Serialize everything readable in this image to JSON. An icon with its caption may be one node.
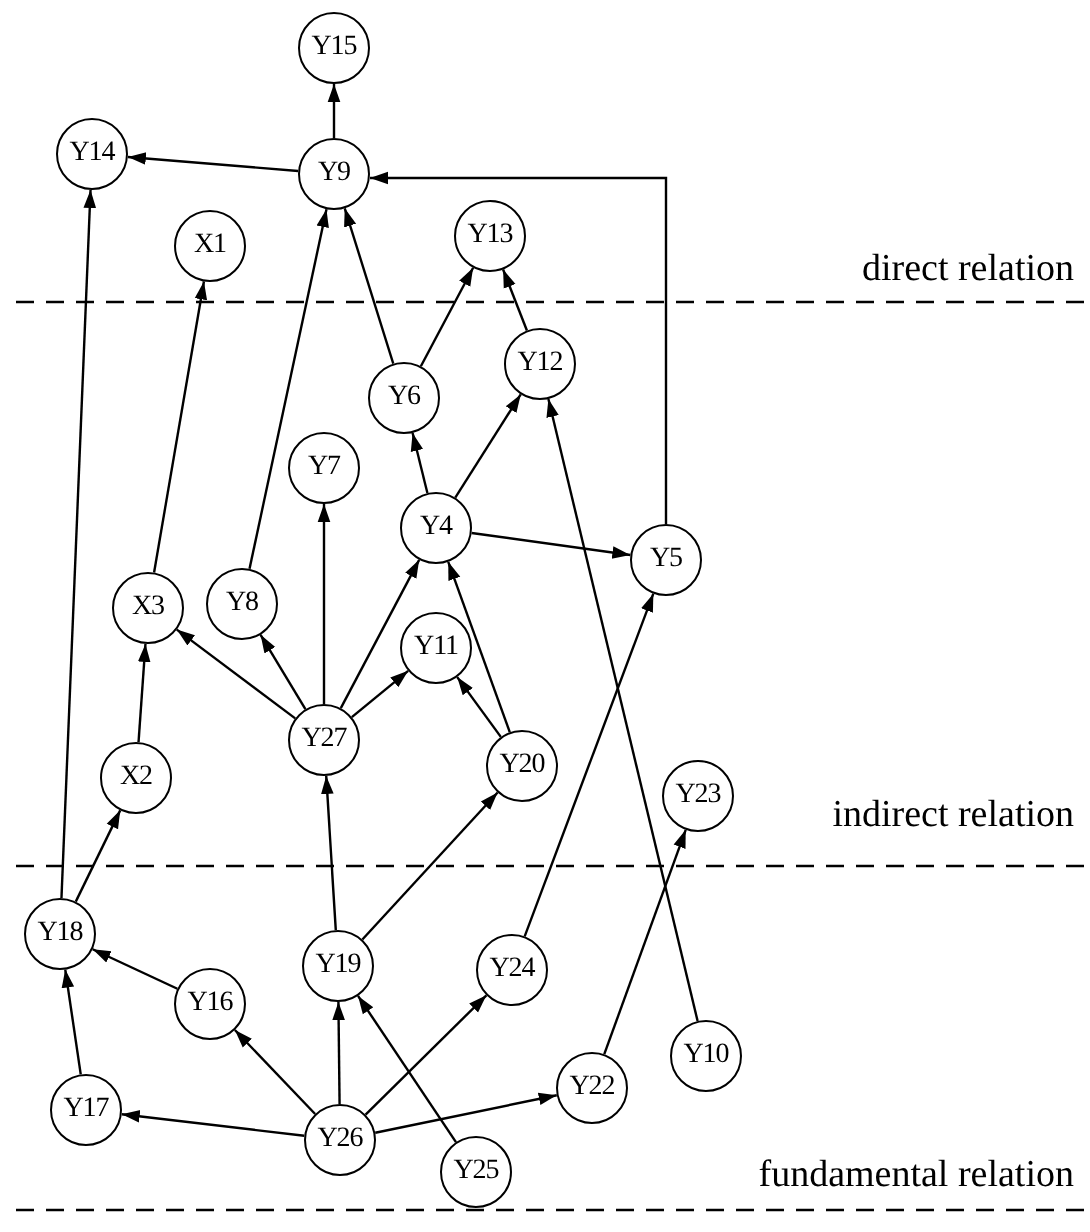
{
  "diagram": {
    "nodes": [
      {
        "text": [
          "Y15"
        ]
      },
      {
        "text": [
          "Y14"
        ]
      },
      {
        "text": [
          "Y9"
        ]
      },
      {
        "text": [
          "X1"
        ]
      },
      {
        "text": [
          "Y13"
        ]
      },
      {
        "text": [
          "Y12"
        ]
      },
      {
        "text": [
          "Y6"
        ]
      },
      {
        "text": [
          "Y7"
        ]
      },
      {
        "text": [
          "Y4"
        ]
      },
      {
        "text": [
          "Y5"
        ]
      },
      {
        "text": [
          "Y8"
        ]
      },
      {
        "text": [
          "X3"
        ]
      },
      {
        "text": [
          "Y11"
        ]
      },
      {
        "text": [
          "Y27"
        ]
      },
      {
        "text": [
          "Y20"
        ]
      },
      {
        "text": [
          "X2"
        ]
      },
      {
        "text": [
          "Y23"
        ]
      },
      {
        "text": [
          "Y18"
        ]
      },
      {
        "text": [
          "Y19"
        ]
      },
      {
        "text": [
          "Y24"
        ]
      },
      {
        "text": [
          "Y16"
        ]
      },
      {
        "text": [
          "Y10"
        ]
      },
      {
        "text": [
          "Y22"
        ]
      },
      {
        "text": [
          "Y17"
        ]
      },
      {
        "text": [
          "Y26"
        ]
      },
      {
        "text": [
          "Y25"
        ]
      }
    ],
    "edges": [
      {
        "from": 2,
        "to": 0,
        "arrow": "to"
      },
      {
        "from": 2,
        "to": 1,
        "arrow": "to"
      },
      {
        "from": 9,
        "to": 2,
        "arrow": "to"
      },
      {
        "from": 17,
        "to": 1,
        "arrow": "to"
      },
      {
        "from": 11,
        "to": 3,
        "arrow": "to"
      },
      {
        "from": 10,
        "to": 2,
        "arrow": "to"
      },
      {
        "from": 6,
        "to": 2,
        "arrow": "to"
      },
      {
        "from": 6,
        "to": 4,
        "arrow": "to"
      },
      {
        "from": 5,
        "to": 4,
        "arrow": "to"
      },
      {
        "from": 8,
        "to": 5,
        "arrow": "to"
      },
      {
        "from": 21,
        "to": 5,
        "arrow": "to"
      },
      {
        "from": 8,
        "to": 6,
        "arrow": "to"
      },
      {
        "from": 8,
        "to": 9,
        "arrow": "to"
      },
      {
        "from": 13,
        "to": 7,
        "arrow": "to"
      },
      {
        "from": 13,
        "to": 8,
        "arrow": "to"
      },
      {
        "from": 14,
        "to": 8,
        "arrow": "to"
      },
      {
        "from": 13,
        "to": 11,
        "arrow": "to"
      },
      {
        "from": 13,
        "to": 10,
        "arrow": "to"
      },
      {
        "from": 13,
        "to": 12,
        "arrow": "to"
      },
      {
        "from": 14,
        "to": 12,
        "arrow": "to"
      },
      {
        "from": 15,
        "to": 11,
        "arrow": "to"
      },
      {
        "from": 17,
        "to": 15,
        "arrow": "to"
      },
      {
        "from": 18,
        "to": 13,
        "arrow": "to"
      },
      {
        "from": 18,
        "to": 14,
        "arrow": "to"
      },
      {
        "from": 19,
        "to": 9,
        "arrow": "to"
      },
      {
        "from": 22,
        "to": 16,
        "arrow": "to"
      },
      {
        "from": 20,
        "to": 17,
        "arrow": "to"
      },
      {
        "from": 23,
        "to": 17,
        "arrow": "to"
      },
      {
        "from": 24,
        "to": 20,
        "arrow": "to"
      },
      {
        "from": 24,
        "to": 18,
        "arrow": "to"
      },
      {
        "from": 24,
        "to": 19,
        "arrow": "to"
      },
      {
        "from": 24,
        "to": 23,
        "arrow": "to"
      },
      {
        "from": 24,
        "to": 22,
        "arrow": "to"
      },
      {
        "from": 25,
        "to": 18,
        "arrow": "to"
      }
    ],
    "labels": [
      "direct relation",
      "indirect relation",
      "fundamental relation"
    ]
  }
}
